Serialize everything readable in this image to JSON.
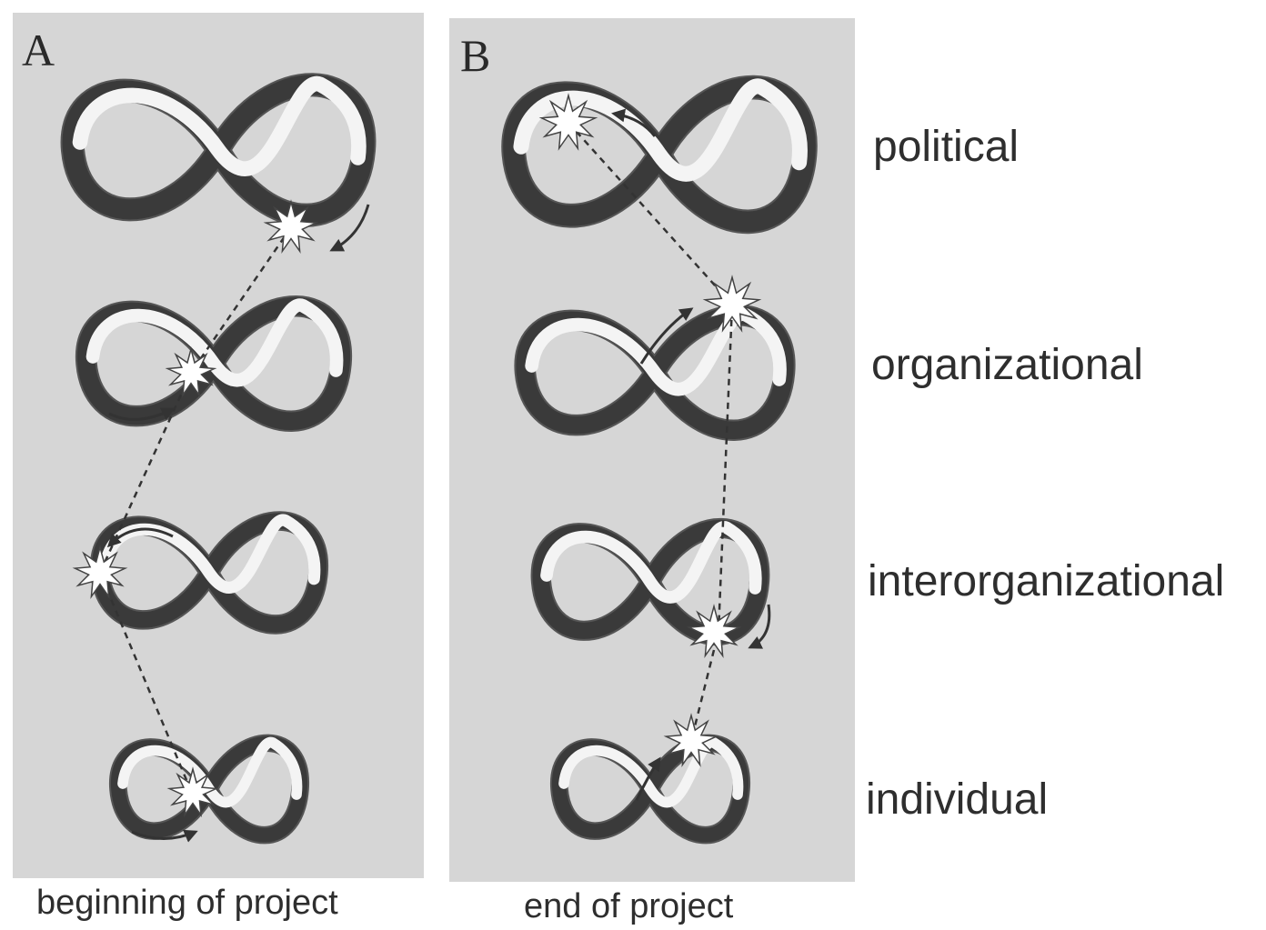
{
  "panels": {
    "a": {
      "letter": "A",
      "caption": "beginning of project"
    },
    "b": {
      "letter": "B",
      "caption": "end of project"
    }
  },
  "levels": {
    "political": "political",
    "organizational": "organizational",
    "interorganizational": "interorganizational",
    "individual": "individual"
  },
  "colors": {
    "panel_bg": "#d6d6d6",
    "ribbon_light": "#f4f4f4",
    "ribbon_dark": "#3a3a3a",
    "ribbon_edge": "#555555",
    "star_fill": "#ffffff",
    "dashed_path": "#333333"
  },
  "icons": [
    "infinity-loop-icon",
    "star-burst-icon",
    "direction-arrow-icon"
  ]
}
